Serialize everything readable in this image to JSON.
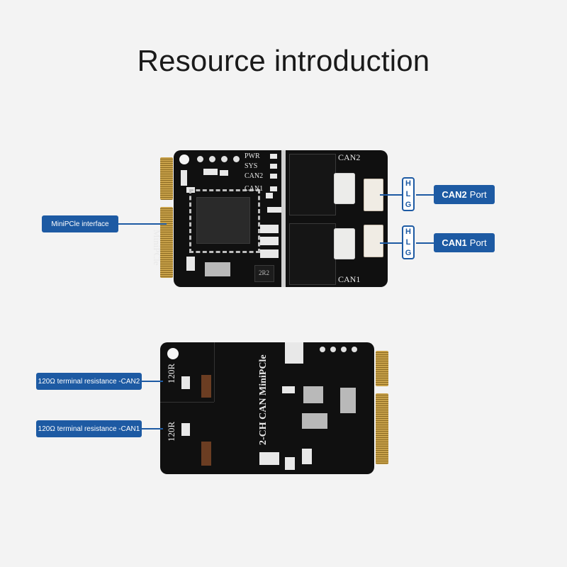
{
  "title": "Resource introduction",
  "front_board": {
    "indicator_labels": [
      "PWR",
      "SYS",
      "CAN2",
      "CAN1"
    ],
    "silk_can2": "CAN2",
    "silk_can1": "CAN1",
    "silk_minipcie": "MiniPCle",
    "inductor_label": "2R2"
  },
  "back_board": {
    "silk_title": "2-CH CAN MiniPCle",
    "resistor_label_top": "120R",
    "resistor_label_bottom": "120R"
  },
  "callouts": {
    "minipcie_interface": "MiniPCle interface",
    "term_can2": "120Ω terminal resistance -CAN2",
    "term_can1": "120Ω terminal resistance -CAN1",
    "can2_port_name": "CAN2",
    "can2_port_word": "Port",
    "can1_port_name": "CAN1",
    "can1_port_word": "Port",
    "hlg_top": [
      "H",
      "L",
      "G"
    ],
    "hlg_bottom": [
      "H",
      "L",
      "G"
    ]
  },
  "colors": {
    "accent": "#1d5aa3",
    "board": "#101010",
    "gold": "#c9a24a"
  }
}
